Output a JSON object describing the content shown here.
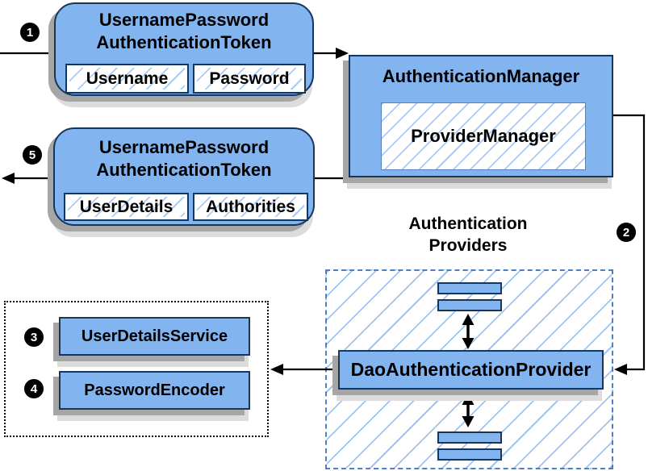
{
  "steps": {
    "one": "1",
    "two": "2",
    "three": "3",
    "four": "4",
    "five": "5"
  },
  "token_request": {
    "title_line1": "UsernamePassword",
    "title_line2": "AuthenticationToken",
    "field1": "Username",
    "field2": "Password"
  },
  "auth_manager": {
    "title": "AuthenticationManager",
    "inner": "ProviderManager"
  },
  "token_response": {
    "title_line1": "UsernamePassword",
    "title_line2": "AuthenticationToken",
    "field1": "UserDetails",
    "field2": "Authorities"
  },
  "providers": {
    "title_line1": "Authentication",
    "title_line2": "Providers",
    "dao_label": "DaoAuthenticationProvider"
  },
  "services": {
    "user_details_service": "UserDetailsService",
    "password_encoder": "PasswordEncoder"
  },
  "colors": {
    "box_fill": "#82B4F0",
    "box_border": "#17365D",
    "hatch_line": "#A9CBF4",
    "dashed_border": "#4C7FC8",
    "shadow": "#A6A6A6",
    "arrow": "#000000"
  }
}
